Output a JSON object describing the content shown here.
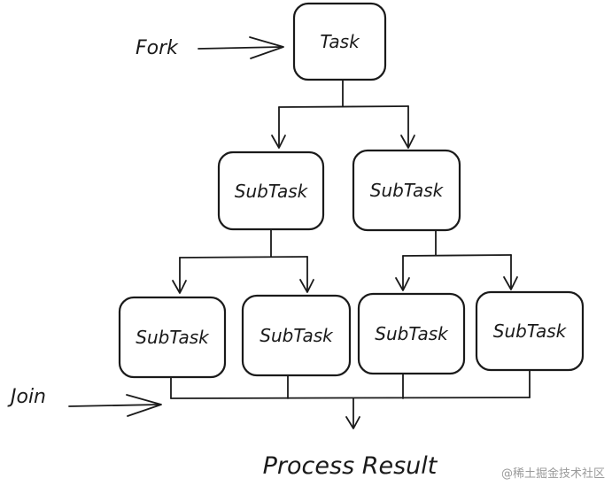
{
  "diagram": {
    "fork_label": "Fork",
    "join_label": "Join",
    "result_label": "Process Result",
    "nodes": {
      "root": "Task",
      "mid_left": "SubTask",
      "mid_right": "SubTask",
      "leaf_1": "SubTask",
      "leaf_2": "SubTask",
      "leaf_3": "SubTask",
      "leaf_4": "SubTask"
    }
  },
  "watermark": "@稀土掘金技术社区"
}
